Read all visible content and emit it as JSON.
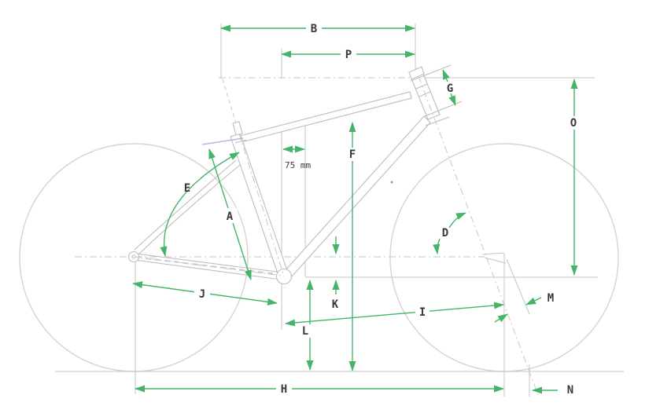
{
  "diagram": {
    "type": "bicycle-frame-geometry",
    "dimension_labels": {
      "A": "A",
      "B": "B",
      "D": "D",
      "E": "E",
      "F": "F",
      "G": "G",
      "H": "H",
      "I": "I",
      "J": "J",
      "K": "K",
      "L": "L",
      "M": "M",
      "N": "N",
      "O": "O",
      "P": "P"
    },
    "measurement_note": "75 mm",
    "colors": {
      "dimension_green": "#44b469",
      "drawing_gray": "#c6c6c6",
      "wheel_gray": "#d4d4d4",
      "frame_gray": "#bdbdbd",
      "label_color": "#3a3a3a",
      "saddle_lavender": "#c3b2dc",
      "background": "#ffffff"
    }
  }
}
